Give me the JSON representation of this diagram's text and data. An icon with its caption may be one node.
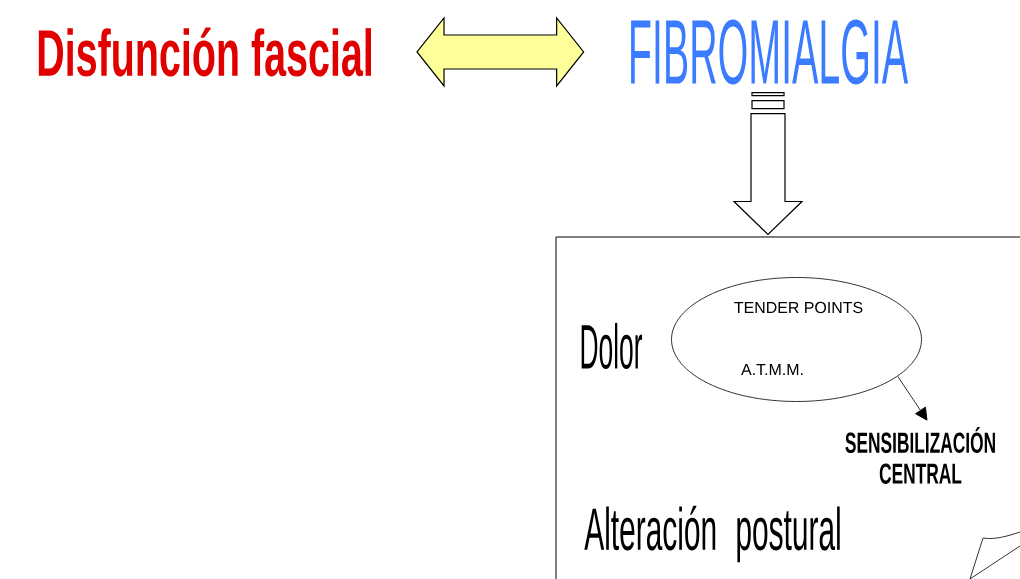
{
  "diagram": {
    "nodes": [
      {
        "text": [
          "Disfunción fascial"
        ]
      },
      {
        "text": [
          "FIBROMIALGIA"
        ]
      },
      {
        "text": [
          "Dolor",
          "Alteración postural"
        ]
      },
      {
        "text": [
          "TENDER POINTS",
          "A.T.M.M."
        ],
        "in": 2
      },
      {
        "text": [
          "SENSIBILIZACIÓN CENTRAL"
        ],
        "in": 2
      }
    ],
    "edges": [
      {
        "from": 0,
        "to": 1,
        "arrow": "both"
      },
      {
        "from": 1,
        "to": 2,
        "arrow": "to"
      },
      {
        "from": 3,
        "to": 4,
        "arrow": "to"
      }
    ]
  }
}
